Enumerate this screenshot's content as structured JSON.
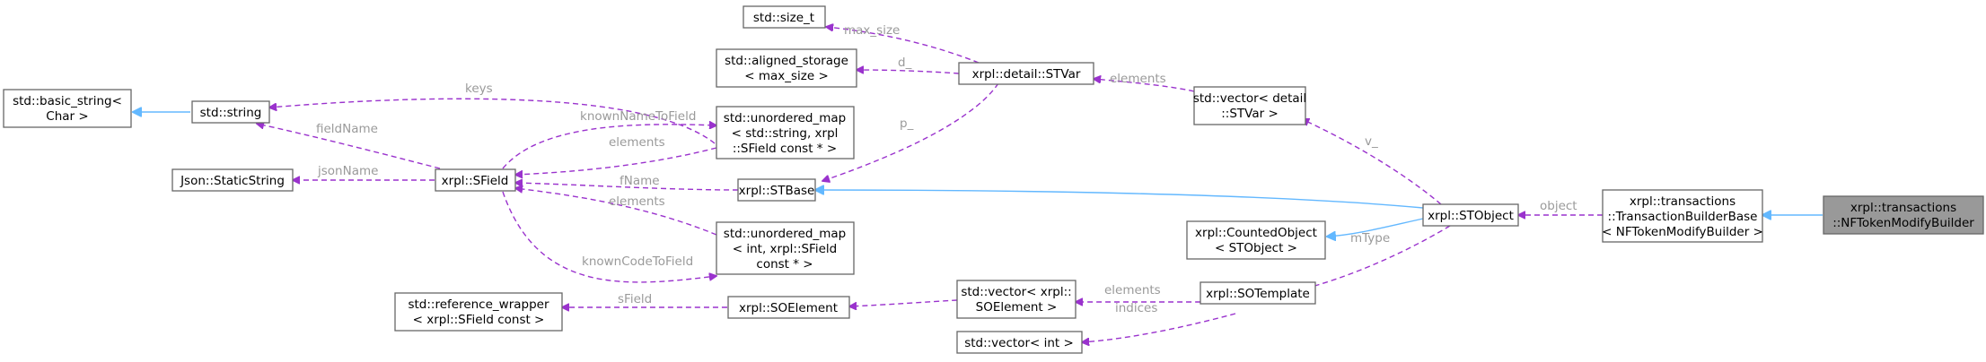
{
  "nodes": {
    "basic_string": [
      "std::basic_string<",
      "Char >"
    ],
    "string": [
      "std::string"
    ],
    "static_string": [
      "Json::StaticString"
    ],
    "sfield": [
      "xrpl::SField"
    ],
    "reference_wrapper": [
      "std::reference_wrapper",
      "< xrpl::SField const >"
    ],
    "size_t": [
      "std::size_t"
    ],
    "aligned_storage": [
      "std::aligned_storage",
      "< max_size >"
    ],
    "umap_string": [
      "std::unordered_map",
      "< std::string, xrpl",
      "::SField const * >"
    ],
    "stbase": [
      "xrpl::STBase"
    ],
    "umap_int": [
      "std::unordered_map",
      "< int, xrpl::SField",
      "const * >"
    ],
    "soelement": [
      "xrpl::SOElement"
    ],
    "stvar": [
      "xrpl::detail::STVar"
    ],
    "vector_soelement": [
      "std::vector< xrpl::",
      "SOElement >"
    ],
    "vector_int": [
      "std::vector< int >"
    ],
    "vector_stvar": [
      "std::vector< detail",
      "::STVar >"
    ],
    "counted_object": [
      "xrpl::CountedObject",
      "< STObject >"
    ],
    "sotemplate": [
      "xrpl::SOTemplate"
    ],
    "stobject": [
      "xrpl::STObject"
    ],
    "tx_builder_base": [
      "xrpl::transactions",
      "::TransactionBuilderBase",
      "< NFTokenModifyBuilder >"
    ],
    "nftoken_modify_builder": [
      "xrpl::transactions",
      "::NFTokenModifyBuilder"
    ]
  },
  "edges": {
    "keys": "keys",
    "fieldName": "fieldName",
    "knownNameToField": "knownNameToField",
    "elements_umap_string": "elements",
    "jsonName": "jsonName",
    "fName": "fName",
    "elements_umap_int": "elements",
    "knownCodeToField": "knownCodeToField",
    "sField": "sField",
    "max_size": "max_size",
    "d": "d_",
    "p": "p_",
    "elements_stvar": "elements",
    "v": "v_",
    "elements_soelement": "elements",
    "indices": "indices",
    "mType": "mType",
    "object": "object"
  },
  "colors": {
    "usage_edge": "#9a32cd",
    "inheritance_edge": "#63b8ff",
    "root_fill": "#999999",
    "label_gray": "#9a9a9a"
  }
}
